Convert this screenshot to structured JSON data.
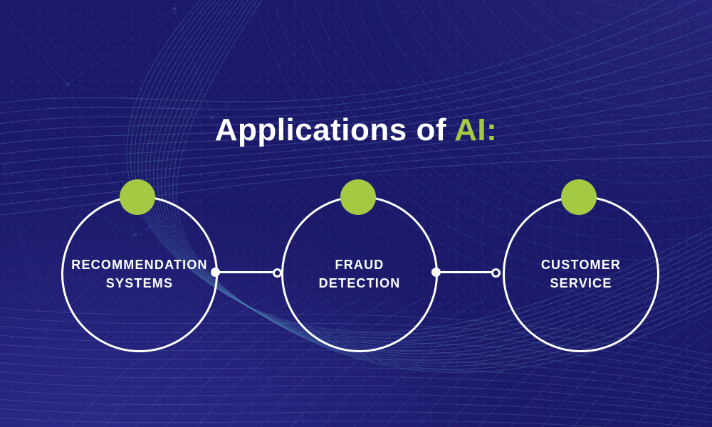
{
  "title": {
    "prefix": "Applications of",
    "highlight": "AI:"
  },
  "nodes": [
    {
      "lines": [
        "RECOMMENDATION",
        "SYSTEMS"
      ]
    },
    {
      "lines": [
        "FRAUD",
        "DETECTION"
      ]
    },
    {
      "lines": [
        "CUSTOMER",
        "SERVICE"
      ]
    }
  ],
  "colors": {
    "background_navy": "#1c196a",
    "accent_green": "#a4ca43",
    "circle_outline": "#ffffff",
    "label_text": "#ffffff",
    "wave_lines": "#4f86b6"
  }
}
